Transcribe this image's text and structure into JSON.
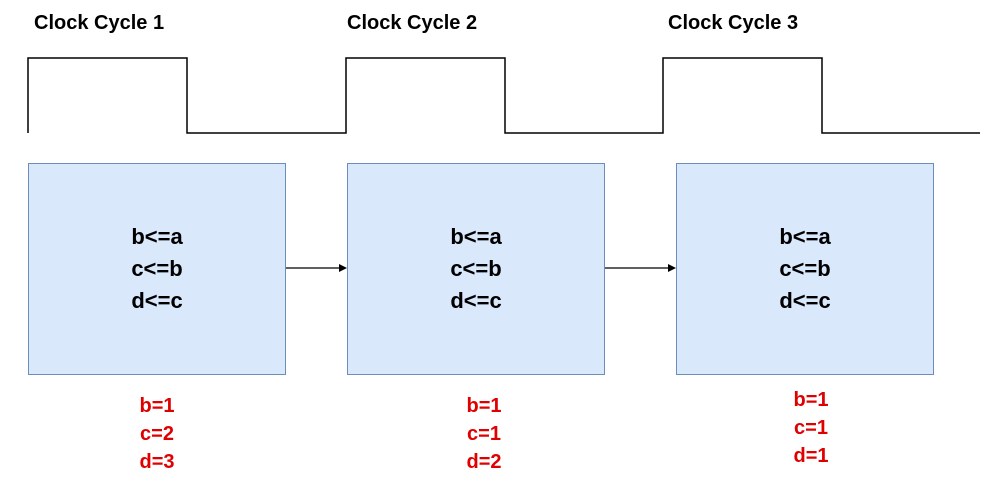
{
  "cycles": [
    {
      "title": "Clock Cycle 1",
      "statements": [
        "b<=a",
        "c<=b",
        "d<=c"
      ],
      "values": [
        "b=1",
        "c=2",
        "d=3"
      ]
    },
    {
      "title": "Clock Cycle 2",
      "statements": [
        "b<=a",
        "c<=b",
        "d<=c"
      ],
      "values": [
        "b=1",
        "c=1",
        "d=2"
      ]
    },
    {
      "title": "Clock Cycle 3",
      "statements": [
        "b<=a",
        "c<=b",
        "d<=c"
      ],
      "values": [
        "b=1",
        "c=1",
        "d=1"
      ]
    }
  ],
  "colors": {
    "block_fill": "#dae8fc",
    "block_border": "#6c8ebf",
    "value_text": "#e00000",
    "wire": "#000000"
  }
}
